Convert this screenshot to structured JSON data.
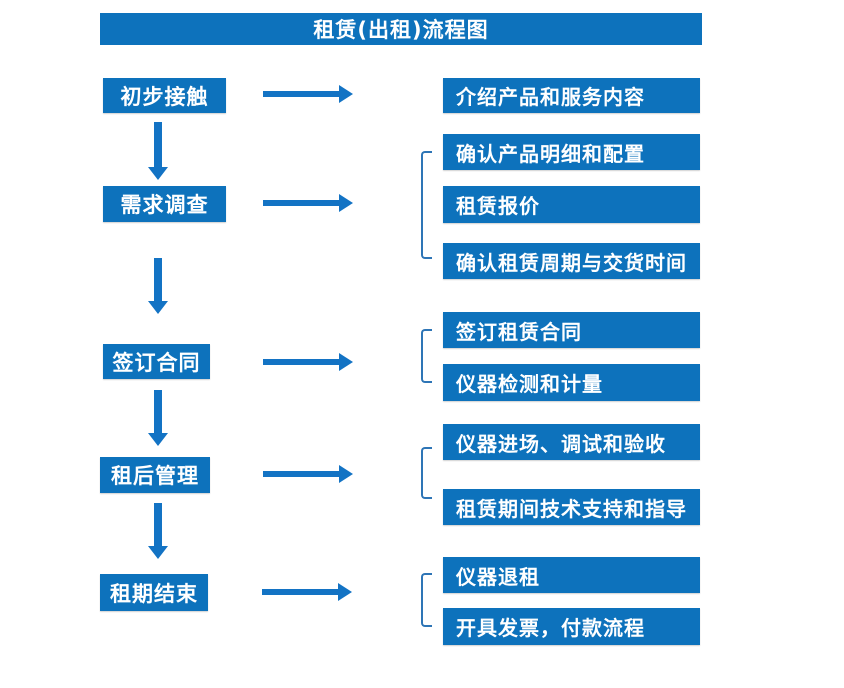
{
  "title": "租赁(出租)流程图",
  "colors": {
    "box_blue": "#0d72bc",
    "arrow_blue": "#1373c4",
    "bracket_blue": "#2e75b6",
    "text_white": "#ffffff",
    "background": "#ffffff"
  },
  "steps": [
    {
      "label": "初步接触",
      "outputs": [
        "介绍产品和服务内容"
      ]
    },
    {
      "label": "需求调查",
      "outputs": [
        "确认产品明细和配置",
        "租赁报价",
        "确认租赁周期与交货时间"
      ]
    },
    {
      "label": "签订合同",
      "outputs": [
        "签订租赁合同",
        "仪器检测和计量"
      ]
    },
    {
      "label": "租后管理",
      "outputs": [
        "仪器进场、调试和验收",
        "租赁期间技术支持和指导"
      ]
    },
    {
      "label": "租期结束",
      "outputs": [
        "仪器退租",
        "开具发票，付款流程"
      ]
    }
  ]
}
